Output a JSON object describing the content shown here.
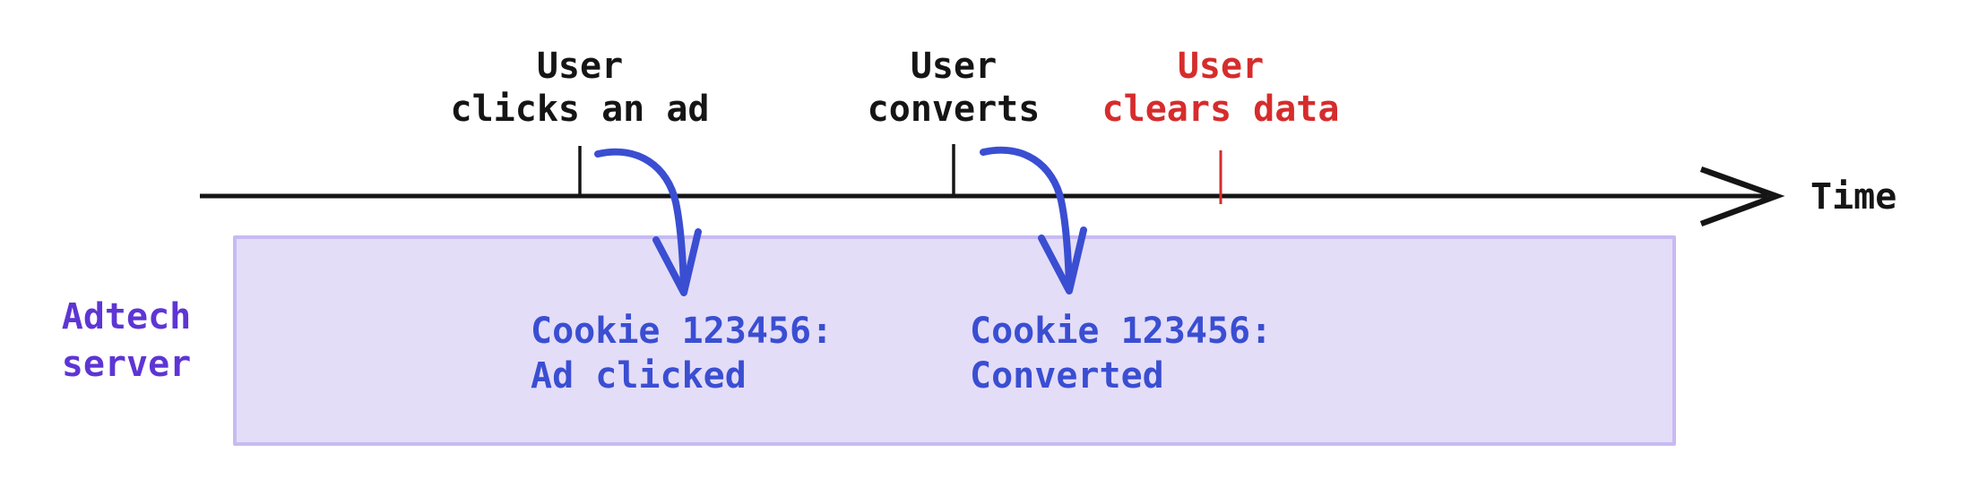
{
  "colors": {
    "ink": "#151515",
    "red": "#d62c2c",
    "blue": "#3a4ed2",
    "purple": "#5e35d4",
    "box_fill": "#e4ddf8",
    "box_border": "#c8baf2"
  },
  "timeline": {
    "axis_label": "Time",
    "events": [
      {
        "label": "User\nclicks an ad",
        "color": "black"
      },
      {
        "label": "User\nconverts",
        "color": "black"
      },
      {
        "label": "User\nclears data",
        "color": "red"
      }
    ]
  },
  "server_box": {
    "label": "Adtech\nserver",
    "records": [
      {
        "text": "Cookie 123456:\nAd clicked"
      },
      {
        "text": "Cookie 123456:\nConverted"
      }
    ]
  }
}
